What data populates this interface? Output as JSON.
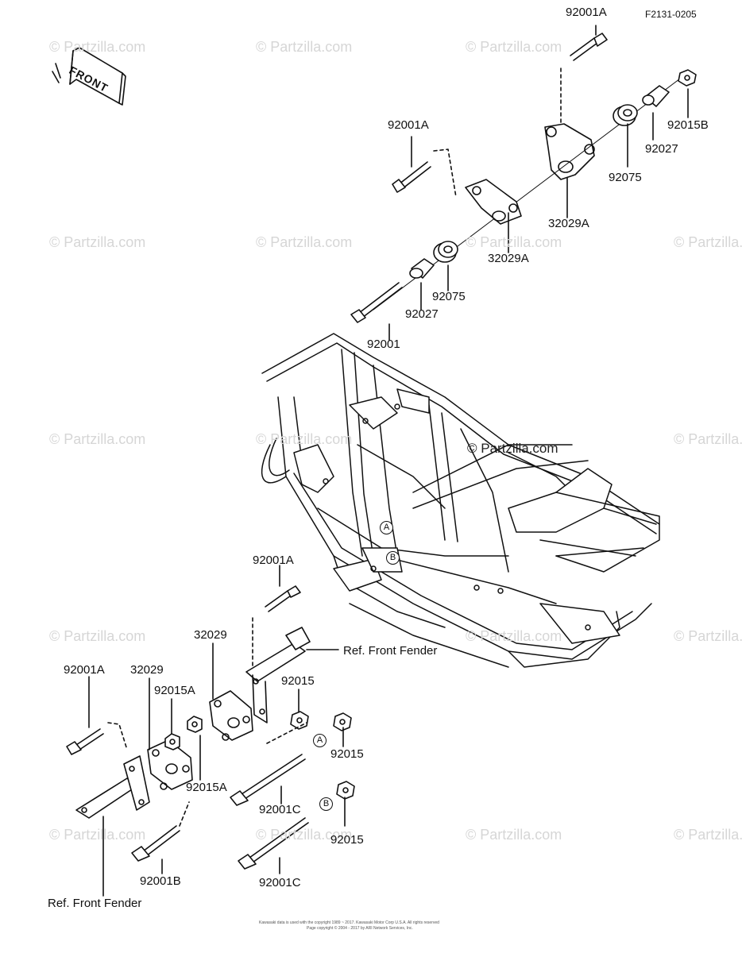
{
  "figure_code": "F2131-0205",
  "front_label": "FRONT",
  "watermark_text": "© Partzilla.com",
  "center_watermark_text": "© Partzilla.com",
  "part_labels": [
    {
      "id": "p-92001A-top",
      "text": "92001A"
    },
    {
      "id": "p-92001A-upper",
      "text": "92001A"
    },
    {
      "id": "p-92015B",
      "text": "92015B"
    },
    {
      "id": "p-92027-right",
      "text": "92027"
    },
    {
      "id": "p-92075-right",
      "text": "92075"
    },
    {
      "id": "p-32029A-right",
      "text": "32029A"
    },
    {
      "id": "p-32029A-left",
      "text": "32029A"
    },
    {
      "id": "p-92075-left",
      "text": "92075"
    },
    {
      "id": "p-92027-left",
      "text": "92027"
    },
    {
      "id": "p-92001",
      "text": "92001"
    },
    {
      "id": "p-92001A-mid",
      "text": "92001A"
    },
    {
      "id": "p-32029-mid",
      "text": "32029"
    },
    {
      "id": "p-ref-front-fender-right",
      "text": "Ref. Front Fender"
    },
    {
      "id": "p-92015-mid",
      "text": "92015"
    },
    {
      "id": "p-92001A-low",
      "text": "92001A"
    },
    {
      "id": "p-32029-low",
      "text": "32029"
    },
    {
      "id": "p-92015A-top",
      "text": "92015A"
    },
    {
      "id": "p-92015A-low",
      "text": "92015A"
    },
    {
      "id": "p-92015-right",
      "text": "92015"
    },
    {
      "id": "p-92001C-top",
      "text": "92001C"
    },
    {
      "id": "p-92015-low",
      "text": "92015"
    },
    {
      "id": "p-92001B",
      "text": "92001B"
    },
    {
      "id": "p-92001C-low",
      "text": "92001C"
    },
    {
      "id": "p-ref-front-fender-left",
      "text": "Ref. Front Fender"
    }
  ],
  "circle_markers": {
    "A": "A",
    "B": "B"
  },
  "copyright_line_1": "Kawasaki data is used with the copyright 1989 ~ 2017. Kawasaki Motor Corp U.S.A. All rights reserved",
  "copyright_line_2": "Page copyright © 2004 - 2017 by ARI Network Services, Inc."
}
